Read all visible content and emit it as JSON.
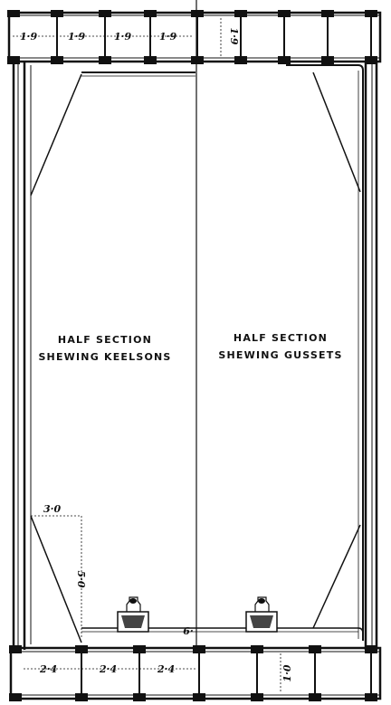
{
  "captions": {
    "left": {
      "line1": "HALF SECTION",
      "line2": "SHEWING KEELSONS"
    },
    "right": {
      "line1": "HALF SECTION",
      "line2": "SHEWING GUSSETS"
    }
  },
  "dimensions": {
    "top_cells": [
      "1·9",
      "1·9",
      "1·9",
      "1·9"
    ],
    "top_depth": "1·9",
    "bottom_cells": [
      "2·4",
      "2·4",
      "2·4"
    ],
    "bottom_depth": "1·0",
    "corner_width": "3·0",
    "corner_height": "5·0",
    "floor_offset": "·9"
  },
  "colors": {
    "ink": "#111111",
    "paper": "#ffffff"
  }
}
